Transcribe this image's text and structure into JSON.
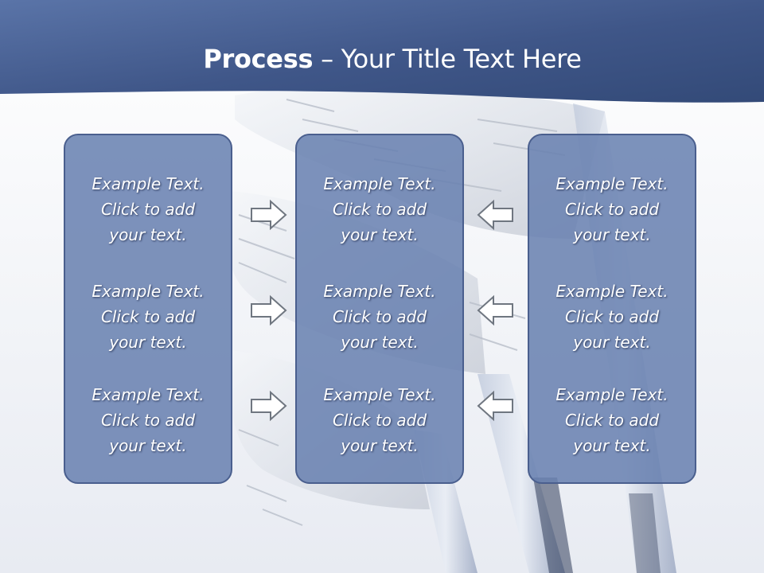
{
  "title": {
    "bold": "Process",
    "rest": " – Your Title Text Here"
  },
  "colors": {
    "header_dark": "#334a78",
    "header_mid": "#4c6597",
    "panel_fill": "#6880b0",
    "panel_border": "#4a5f8e",
    "arrow_stroke": "#6f7680"
  },
  "columns": [
    {
      "items": [
        {
          "line1": "Example Text.",
          "line2": "Click  to add",
          "line3": "your text."
        },
        {
          "line1": "Example Text.",
          "line2": "Click  to add",
          "line3": "your text."
        },
        {
          "line1": "Example Text.",
          "line2": "Click  to add",
          "line3": "your text."
        }
      ]
    },
    {
      "items": [
        {
          "line1": "Example Text.",
          "line2": "Click  to add",
          "line3": "your text."
        },
        {
          "line1": "Example Text.",
          "line2": "Click  to add",
          "line3": "your text."
        },
        {
          "line1": "Example Text.",
          "line2": "Click  to add",
          "line3": "your text."
        }
      ]
    },
    {
      "items": [
        {
          "line1": "Example Text.",
          "line2": "Click  to add",
          "line3": "your text."
        },
        {
          "line1": "Example Text.",
          "line2": "Click  to add",
          "line3": "your text."
        },
        {
          "line1": "Example Text.",
          "line2": "Click  to add",
          "line3": "your text."
        }
      ]
    }
  ],
  "arrows": {
    "left_group": "arrow-right-icon",
    "right_group": "arrow-left-icon"
  }
}
